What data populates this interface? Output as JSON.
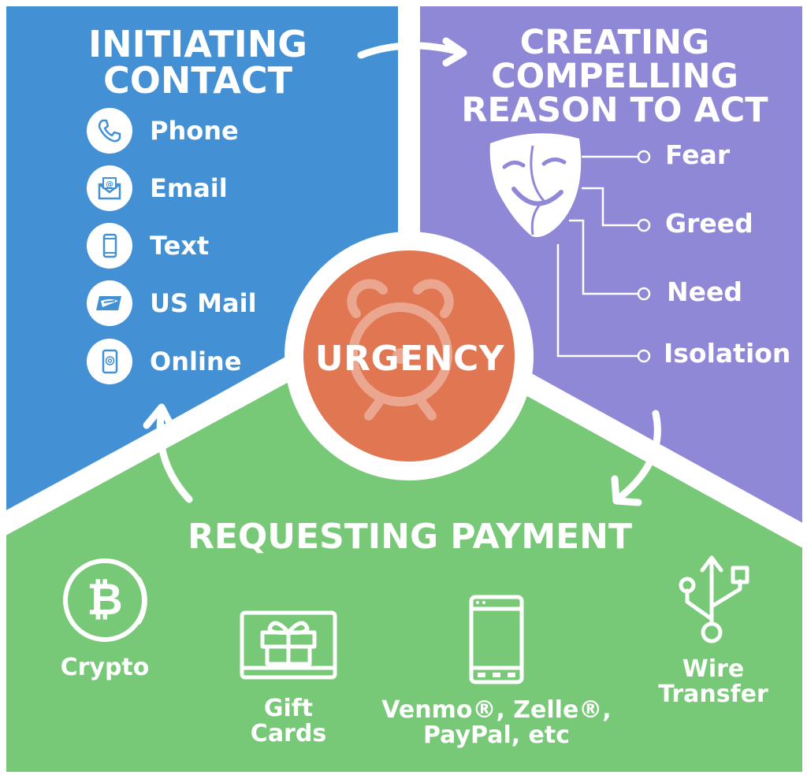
{
  "colors": {
    "blue": "#4391D4",
    "purple": "#8F88D6",
    "green": "#77C977",
    "orange": "#E07652",
    "white": "#FFFFFF"
  },
  "center": {
    "label": "URGENCY",
    "icon": "alarm-clock-icon"
  },
  "initiating": {
    "title_line1": "INITIATING",
    "title_line2": "CONTACT",
    "items": [
      {
        "label": "Phone",
        "icon": "phone-icon"
      },
      {
        "label": "Email",
        "icon": "email-icon"
      },
      {
        "label": "Text",
        "icon": "smartphone-icon"
      },
      {
        "label": "US Mail",
        "icon": "usps-mail-icon"
      },
      {
        "label": "Online",
        "icon": "tablet-icon"
      }
    ]
  },
  "compelling": {
    "title_line1": "CREATING",
    "title_line2": "COMPELLING",
    "title_line3": "REASON TO ACT",
    "icon": "theater-mask-icon",
    "items": [
      {
        "label": "Fear"
      },
      {
        "label": "Greed"
      },
      {
        "label": "Need"
      },
      {
        "label": "Isolation"
      }
    ]
  },
  "payment": {
    "title": "REQUESTING PAYMENT",
    "items": [
      {
        "line1": "Crypto",
        "icon": "bitcoin-icon"
      },
      {
        "line1": "Gift",
        "line2": "Cards",
        "icon": "gift-card-icon"
      },
      {
        "line1": "Venmo®, Zelle®,",
        "line2": "PayPal, etc",
        "icon": "mobile-phone-icon"
      },
      {
        "line1": "Wire",
        "line2": "Transfer",
        "icon": "usb-transfer-icon"
      }
    ]
  }
}
